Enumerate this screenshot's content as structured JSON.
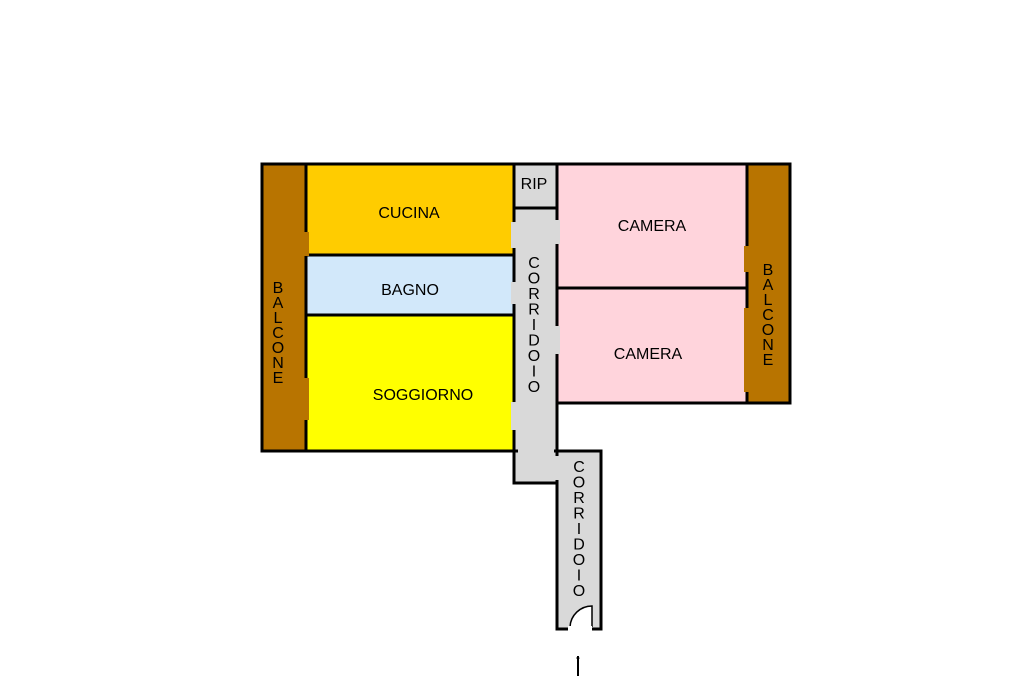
{
  "rooms": {
    "cucina": "CUCINA",
    "bagno": "BAGNO",
    "soggiorno": "SOGGIORNO",
    "ripostiglio": "RIP",
    "camera_top": "CAMERA",
    "camera_bottom": "CAMERA",
    "balcone_left": "BALCONE",
    "balcone_right": "BALCONE",
    "corridoio_inner": "CORRIDOIO",
    "corridoio_entry": "CORRIDOIO"
  },
  "entrance_arrow": "↑",
  "colors": {
    "balcone": "#b87400",
    "cucina": "#ffcc00",
    "bagno": "#d2e8fa",
    "soggiorno": "#ffff00",
    "camera": "#ffd4dc",
    "corridoio": "#d9d9d9",
    "wall": "#000000"
  }
}
